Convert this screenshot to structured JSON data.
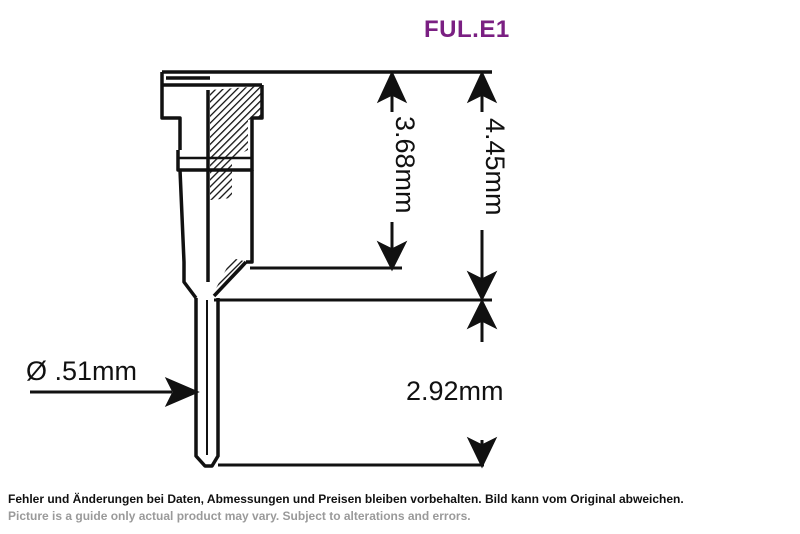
{
  "title": "FUL.E1",
  "colors": {
    "title": "#7a1f82",
    "line": "#111111",
    "note_primary": "#111111",
    "note_secondary": "#9a9a9a"
  },
  "dimensions": {
    "inner_length": "3.68mm",
    "total_length": "4.45mm",
    "pin_diameter": "Ø .51mm",
    "pin_length": "2.92mm"
  },
  "notes": {
    "german": "Fehler und Änderungen bei Daten, Abmessungen und Preisen bleiben vorbehalten. Bild kann vom Original abweichen.",
    "english": "Picture is a guide only actual product may vary. Subject to alterations and errors."
  }
}
